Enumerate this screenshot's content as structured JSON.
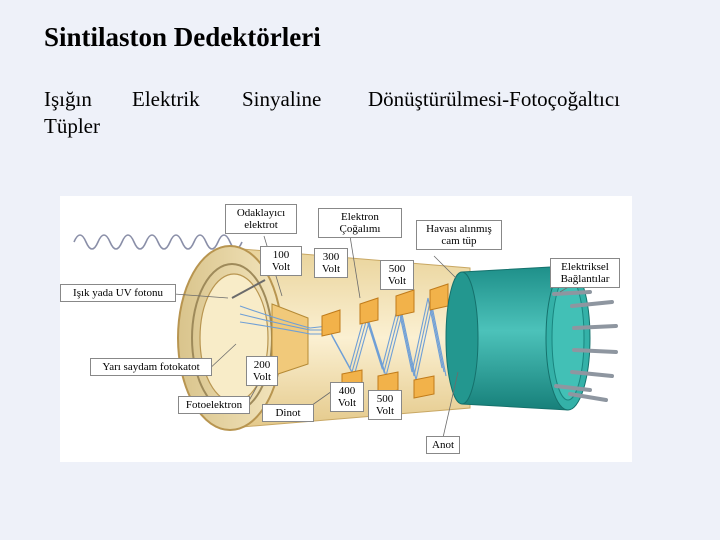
{
  "slide": {
    "title": "Sintilaston Dedektörleri",
    "subtitle_words": [
      "Işığın",
      "Elektrik",
      "Sinyaline",
      "Dönüştürülmesi-Fotoçoğaltıcı",
      "Tüpler"
    ]
  },
  "figure": {
    "labels": {
      "focusing_electrode": "Odaklayıcı elektrot",
      "electron_multiplier": "Elektron Çoğalımı",
      "vacuum_tube": "Havası alınmış cam tüp",
      "electrical_connections": "Elektriksel Bağlantılar",
      "photon": "Işık yada UV fotonu",
      "photocathode": "Yarı saydam fotokatot",
      "photoelectron": "Fotoelektron",
      "dynode": "Dinot",
      "anode": "Anot",
      "v100": "100 Volt",
      "v200": "200 Volt",
      "v300": "300 Volt",
      "v400": "400 Volt",
      "v500a": "500 Volt",
      "v500b": "500 Volt"
    }
  },
  "colors": {
    "background": "#eef1f9",
    "tube_glass": "#f6e3b4",
    "tube_body": "#2aa7a0",
    "dynode": "#f2b24a",
    "electron_path": "#6f9fd6"
  }
}
